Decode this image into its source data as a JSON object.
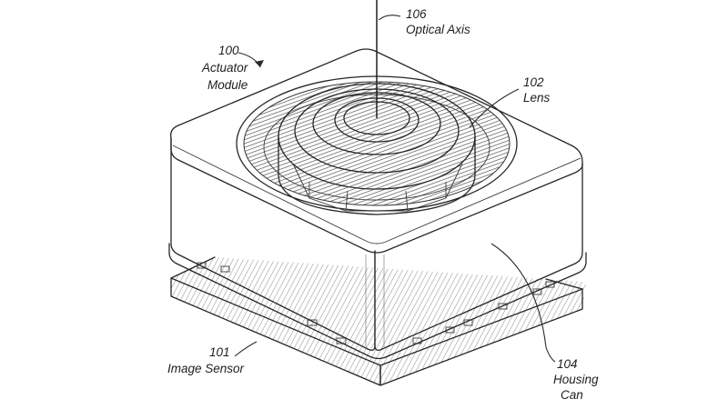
{
  "labels": {
    "optical_axis": {
      "number": "106",
      "text": "Optical Axis"
    },
    "actuator_module": {
      "number": "100",
      "line1": "Actuator",
      "line2": "Module"
    },
    "lens": {
      "number": "102",
      "text": "Lens"
    },
    "image_sensor": {
      "number": "101",
      "text": "Image Sensor"
    },
    "housing_can": {
      "number": "104",
      "line1": "Housing",
      "line2": "Can"
    }
  },
  "colors": {
    "line": "#262626",
    "background": "#ffffff",
    "hatch": "#8a8a8a"
  }
}
